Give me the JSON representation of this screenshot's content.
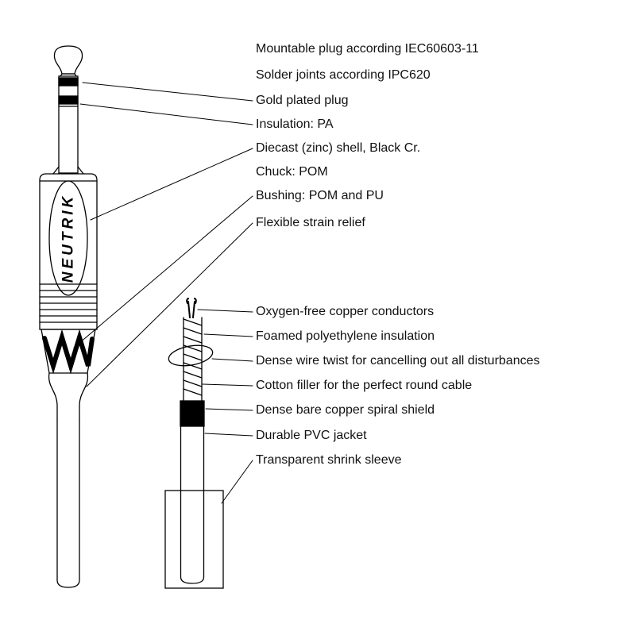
{
  "diagram": {
    "brand": "NEUTRIK",
    "labels": [
      {
        "id": "mountable-plug",
        "text": "Mountable plug according IEC60603-11"
      },
      {
        "id": "solder-joints",
        "text": "Solder joints according IPC620"
      },
      {
        "id": "gold-plated-plug",
        "text": "Gold plated plug"
      },
      {
        "id": "insulation-pa",
        "text": "Insulation: PA"
      },
      {
        "id": "diecast-shell",
        "text": "Diecast (zinc) shell, Black Cr."
      },
      {
        "id": "chuck-pom",
        "text": "Chuck: POM"
      },
      {
        "id": "bushing",
        "text": "Bushing: POM and PU"
      },
      {
        "id": "strain-relief",
        "text": "Flexible strain relief"
      },
      {
        "id": "conductors",
        "text": "Oxygen-free copper conductors"
      },
      {
        "id": "foamed-insulation",
        "text": "Foamed polyethylene insulation"
      },
      {
        "id": "wire-twist",
        "text": "Dense wire twist for cancelling out all disturbances"
      },
      {
        "id": "cotton-filler",
        "text": "Cotton filler for the perfect round cable"
      },
      {
        "id": "spiral-shield",
        "text": "Dense bare copper spiral shield"
      },
      {
        "id": "pvc-jacket",
        "text": "Durable PVC jacket"
      },
      {
        "id": "shrink-sleeve",
        "text": "Transparent shrink sleeve"
      }
    ],
    "colors": {
      "ink": "#000000",
      "background": "#ffffff"
    }
  }
}
